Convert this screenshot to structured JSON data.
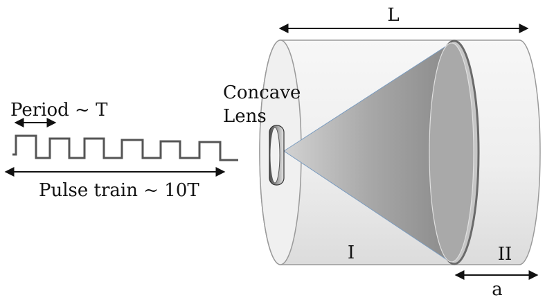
{
  "labels": {
    "length": "L",
    "concave_line1": "Concave",
    "concave_line2": "Lens",
    "period": "Period ~ T",
    "pulse_train": "Pulse train ~ 10T",
    "region_one": "I",
    "region_two": "II",
    "gap": "a"
  },
  "colors": {
    "stroke": "#111111",
    "pulse": "#555555",
    "cylinder_edge": "#999999",
    "cone": "#8c8c8c"
  },
  "icons": [
    "double-arrow",
    "square-wave",
    "cylinder",
    "cone",
    "concave-lens",
    "disc-mirror"
  ]
}
